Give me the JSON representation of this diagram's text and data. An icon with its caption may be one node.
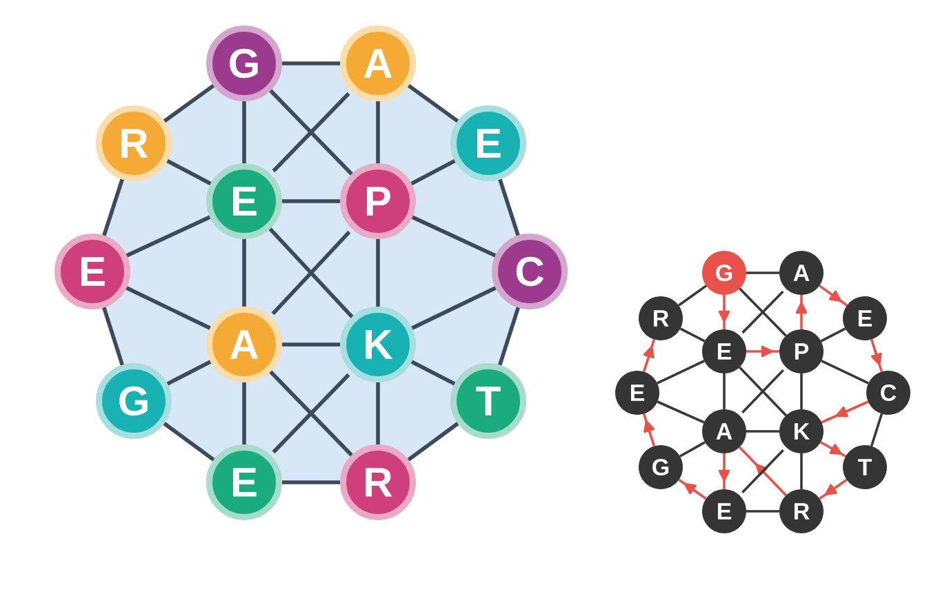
{
  "diagram": {
    "nodes": [
      {
        "text": [
          "G"
        ]
      },
      {
        "text": [
          "A"
        ]
      },
      {
        "text": [
          "R"
        ]
      },
      {
        "text": [
          "E"
        ]
      },
      {
        "text": [
          "E"
        ]
      },
      {
        "text": [
          "P"
        ]
      },
      {
        "text": [
          "E"
        ]
      },
      {
        "text": [
          "C"
        ]
      },
      {
        "text": [
          "A"
        ]
      },
      {
        "text": [
          "K"
        ]
      },
      {
        "text": [
          "G"
        ]
      },
      {
        "text": [
          "T"
        ]
      },
      {
        "text": [
          "E"
        ]
      },
      {
        "text": [
          "R"
        ]
      },
      {
        "text": [
          "G"
        ]
      },
      {
        "text": [
          "A"
        ]
      },
      {
        "text": [
          "R"
        ]
      },
      {
        "text": [
          "E"
        ]
      },
      {
        "text": [
          "E"
        ]
      },
      {
        "text": [
          "P"
        ]
      },
      {
        "text": [
          "E"
        ]
      },
      {
        "text": [
          "C"
        ]
      },
      {
        "text": [
          "A"
        ]
      },
      {
        "text": [
          "K"
        ]
      },
      {
        "text": [
          "G"
        ]
      },
      {
        "text": [
          "T"
        ]
      },
      {
        "text": [
          "E"
        ]
      },
      {
        "text": [
          "R"
        ]
      }
    ],
    "edges": [
      {
        "from": 0,
        "to": 1,
        "arrow": "none"
      },
      {
        "from": 1,
        "to": 3,
        "arrow": "none"
      },
      {
        "from": 3,
        "to": 7,
        "arrow": "none"
      },
      {
        "from": 7,
        "to": 11,
        "arrow": "none"
      },
      {
        "from": 11,
        "to": 13,
        "arrow": "none"
      },
      {
        "from": 13,
        "to": 12,
        "arrow": "none"
      },
      {
        "from": 12,
        "to": 10,
        "arrow": "none"
      },
      {
        "from": 10,
        "to": 6,
        "arrow": "none"
      },
      {
        "from": 6,
        "to": 2,
        "arrow": "none"
      },
      {
        "from": 2,
        "to": 0,
        "arrow": "none"
      },
      {
        "from": 0,
        "to": 4,
        "arrow": "none"
      },
      {
        "from": 0,
        "to": 5,
        "arrow": "none"
      },
      {
        "from": 1,
        "to": 4,
        "arrow": "none"
      },
      {
        "from": 1,
        "to": 5,
        "arrow": "none"
      },
      {
        "from": 2,
        "to": 4,
        "arrow": "none"
      },
      {
        "from": 4,
        "to": 5,
        "arrow": "none"
      },
      {
        "from": 3,
        "to": 5,
        "arrow": "none"
      },
      {
        "from": 5,
        "to": 7,
        "arrow": "none"
      },
      {
        "from": 6,
        "to": 4,
        "arrow": "none"
      },
      {
        "from": 4,
        "to": 8,
        "arrow": "none"
      },
      {
        "from": 4,
        "to": 9,
        "arrow": "none"
      },
      {
        "from": 5,
        "to": 8,
        "arrow": "none"
      },
      {
        "from": 5,
        "to": 9,
        "arrow": "none"
      },
      {
        "from": 6,
        "to": 8,
        "arrow": "none"
      },
      {
        "from": 8,
        "to": 9,
        "arrow": "none"
      },
      {
        "from": 9,
        "to": 7,
        "arrow": "none"
      },
      {
        "from": 9,
        "to": 11,
        "arrow": "none"
      },
      {
        "from": 10,
        "to": 8,
        "arrow": "none"
      },
      {
        "from": 8,
        "to": 12,
        "arrow": "none"
      },
      {
        "from": 8,
        "to": 13,
        "arrow": "none"
      },
      {
        "from": 9,
        "to": 12,
        "arrow": "none"
      },
      {
        "from": 9,
        "to": 13,
        "arrow": "none"
      },
      {
        "from": 14,
        "to": 15,
        "arrow": "none",
        "color": "#383838"
      },
      {
        "from": 15,
        "to": 17,
        "arrow": "to",
        "color": "#e8524a"
      },
      {
        "from": 17,
        "to": 21,
        "arrow": "to",
        "color": "#e8524a"
      },
      {
        "from": 21,
        "to": 25,
        "arrow": "none",
        "color": "#383838"
      },
      {
        "from": 25,
        "to": 27,
        "arrow": "to",
        "color": "#e8524a"
      },
      {
        "from": 27,
        "to": 26,
        "arrow": "none",
        "color": "#383838"
      },
      {
        "from": 26,
        "to": 24,
        "arrow": "to",
        "color": "#e8524a"
      },
      {
        "from": 24,
        "to": 20,
        "arrow": "to",
        "color": "#e8524a"
      },
      {
        "from": 20,
        "to": 16,
        "arrow": "to",
        "color": "#e8524a"
      },
      {
        "from": 16,
        "to": 14,
        "arrow": "none",
        "color": "#383838"
      },
      {
        "from": 14,
        "to": 18,
        "arrow": "to",
        "color": "#e8524a"
      },
      {
        "from": 14,
        "to": 19,
        "arrow": "none",
        "color": "#383838"
      },
      {
        "from": 15,
        "to": 18,
        "arrow": "none",
        "color": "#383838"
      },
      {
        "from": 19,
        "to": 15,
        "arrow": "to",
        "color": "#e8524a"
      },
      {
        "from": 16,
        "to": 18,
        "arrow": "none",
        "color": "#383838"
      },
      {
        "from": 18,
        "to": 19,
        "arrow": "to",
        "color": "#e8524a"
      },
      {
        "from": 17,
        "to": 19,
        "arrow": "none",
        "color": "#383838"
      },
      {
        "from": 19,
        "to": 21,
        "arrow": "none",
        "color": "#383838"
      },
      {
        "from": 20,
        "to": 18,
        "arrow": "none",
        "color": "#383838"
      },
      {
        "from": 18,
        "to": 22,
        "arrow": "none",
        "color": "#383838"
      },
      {
        "from": 18,
        "to": 23,
        "arrow": "none",
        "color": "#383838"
      },
      {
        "from": 19,
        "to": 22,
        "arrow": "none",
        "color": "#383838"
      },
      {
        "from": 19,
        "to": 23,
        "arrow": "none",
        "color": "#383838"
      },
      {
        "from": 20,
        "to": 22,
        "arrow": "none",
        "color": "#383838"
      },
      {
        "from": 22,
        "to": 23,
        "arrow": "none",
        "color": "#383838"
      },
      {
        "from": 21,
        "to": 23,
        "arrow": "to",
        "color": "#e8524a"
      },
      {
        "from": 23,
        "to": 25,
        "arrow": "to",
        "color": "#e8524a"
      },
      {
        "from": 24,
        "to": 22,
        "arrow": "none",
        "color": "#383838"
      },
      {
        "from": 22,
        "to": 26,
        "arrow": "to",
        "color": "#e8524a"
      },
      {
        "from": 27,
        "to": 22,
        "arrow": "to",
        "color": "#e8524a"
      },
      {
        "from": 23,
        "to": 26,
        "arrow": "none",
        "color": "#383838"
      },
      {
        "from": 23,
        "to": 27,
        "arrow": "none",
        "color": "#383838"
      }
    ]
  }
}
